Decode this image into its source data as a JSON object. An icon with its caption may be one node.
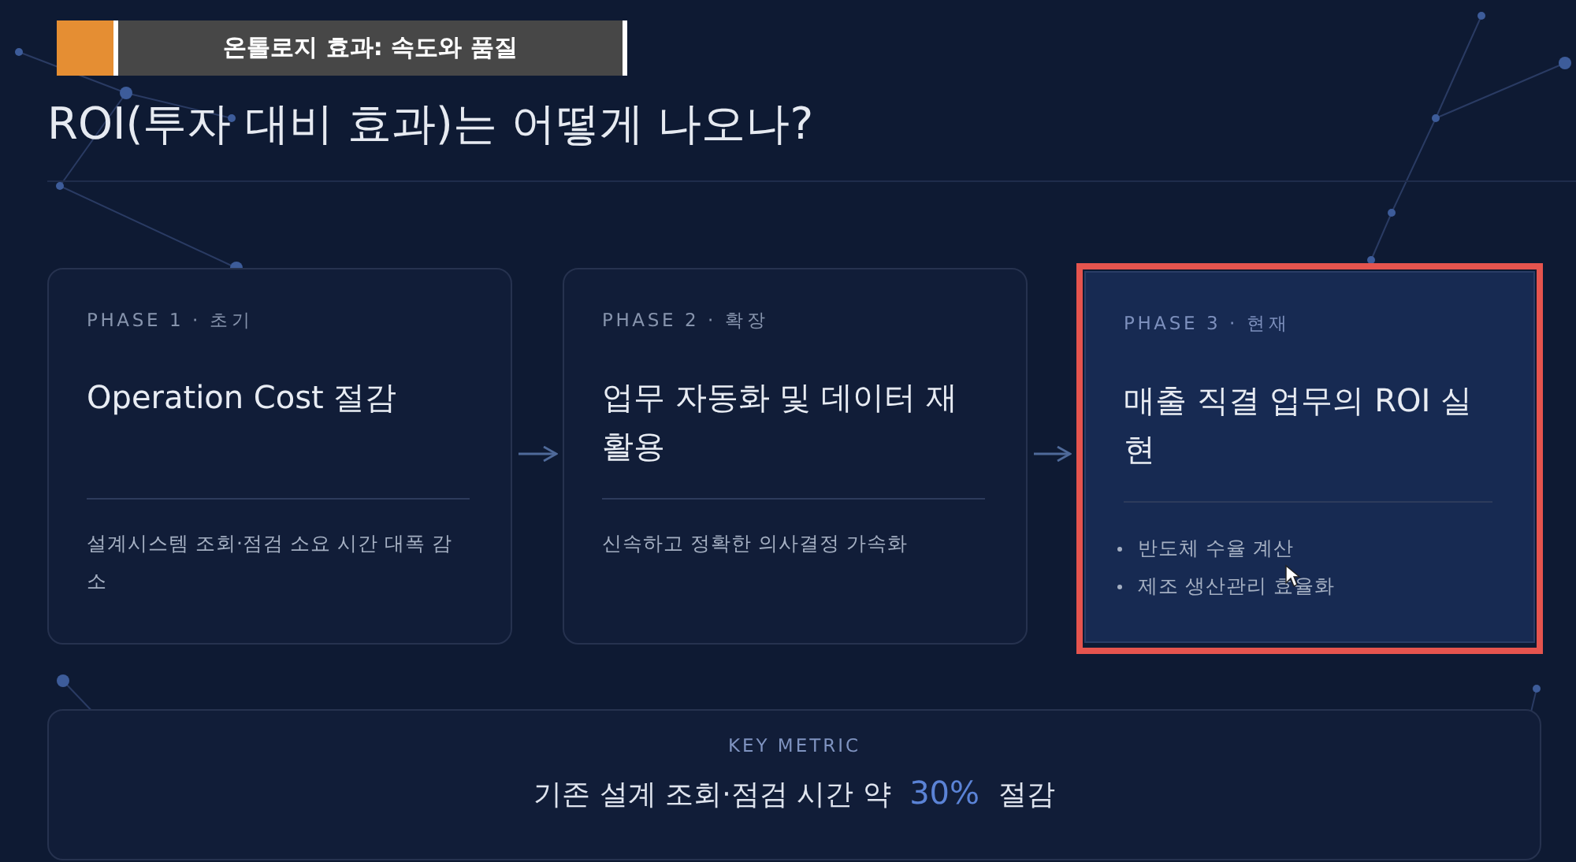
{
  "diagram": {
    "title": "ROI(투자 대비 효과)는 어떻게 나오나?",
    "nodes": [
      {
        "text": [
          "PHASE 1 · 초기",
          "Operation Cost 절감",
          "설계시스템 조회·점검 소요 시간 대폭 감소"
        ]
      },
      {
        "text": [
          "PHASE 2 · 확장",
          "업무 자동화 및 데이터 재활용",
          "신속하고 정확한 의사결정 가속화"
        ]
      },
      {
        "text": [
          "PHASE 3 · 현재",
          "매출 직결 업무의 ROI 실현",
          "반도체 수율 계산",
          "제조 생산관리 효율화"
        ]
      },
      {
        "text": [
          "KEY METRIC",
          "기존 설계 조회·점검 시간 약 **30%** 절감"
        ]
      }
    ],
    "edges": [
      {
        "from": 0,
        "to": 1,
        "arrow": "to"
      },
      {
        "from": 1,
        "to": 2,
        "arrow": "to"
      }
    ],
    "labels": [
      "온톨로지 효과: 속도와 품질"
    ]
  }
}
